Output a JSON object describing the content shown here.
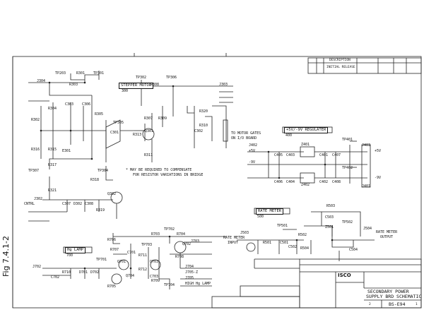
{
  "sheet": {
    "side_label": "Fig 7.4.1-2"
  },
  "blocks": {
    "stepper_motor": "STEPPER MOTOR",
    "stepper_motor_num": "300",
    "regulator": "+5V/-9V REGULATER",
    "regulator_num": "400",
    "rate_meter": "RATE METER",
    "rate_meter_num": "500",
    "hg_lamp": "Hg LAMP",
    "hg_lamp_num": "700"
  },
  "notes": {
    "compensate_line1": "* MAY BE REQUIRED TO COMPENSATE",
    "compensate_line2": "FOR RESISTOR VARIATIONS IN BRIDGE",
    "motor_gates_line1": "TO MOTOR GATES",
    "motor_gates_line2": "ON I/O BOARD",
    "rate_meter_output_line1": "RATE METER",
    "rate_meter_output_line2": "OUTPUT",
    "rate_meter_input_line1": "RATE METER",
    "rate_meter_input_line2": "INPUT"
  },
  "labels": {
    "tp203": "TP203",
    "r301": "R301",
    "tp301": "TP301",
    "j304": "J304",
    "r303": "R303",
    "c303": "C303",
    "c306": "C306",
    "r304": "R304",
    "r302": "R302",
    "r305": "R305",
    "tp305": "TP305",
    "c301": "C301",
    "r313": "R313",
    "q301": "Q301",
    "tp302": "TP302",
    "r308": "R308",
    "tp306": "TP306",
    "r307": "R307",
    "r309": "R309",
    "r311": "R311",
    "r316": "R316",
    "r315": "R315",
    "r317": "R317",
    "e301": "E301",
    "tp307": "TP307",
    "tp304": "TP304",
    "r318": "R318",
    "q302": "Q302",
    "r319": "R319",
    "r321": "R321",
    "c307": "C307",
    "d302": "D302",
    "c308": "C308",
    "c302": "C302",
    "r320": "R320",
    "r310": "R310",
    "j303": "J303",
    "j302": "J302",
    "cntrl": "CNTRL",
    "tp401": "TP401",
    "tp402": "TP402",
    "j402": "J402",
    "j403": "J403",
    "j401": "J401",
    "z401": "Z401",
    "z402": "Z402",
    "c405": "C405",
    "c403": "C403",
    "c401": "C401",
    "c407": "C407",
    "c406": "C406",
    "c404": "C404",
    "c402": "C402",
    "c408": "C408",
    "v5": "+5V",
    "v5b": "+5V",
    "vm9": "-9V",
    "vm9b": "-9V",
    "tp501": "TP501",
    "tp502": "TP502",
    "r503": "R503",
    "c503": "C503",
    "z501": "Z501",
    "r502": "R502",
    "r501": "R501",
    "c501": "C501",
    "c502": "C502",
    "r504": "R504",
    "c504": "C504",
    "j503": "J503",
    "j504": "J504",
    "tp702": "TP702",
    "tp703": "TP703",
    "tp704": "TP704",
    "tp701": "TP701",
    "r703": "R703",
    "r704": "R704",
    "r705": "R705",
    "r706": "R706",
    "r707": "R707",
    "r708": "R708",
    "r709": "R709",
    "r710": "R710",
    "r711": "R711",
    "r712": "R712",
    "c701": "C701",
    "c702": "C702",
    "c703": "C703",
    "q701": "Q701",
    "q702": "Q702",
    "q703": "Q703",
    "q704": "Q704",
    "d701": "D701",
    "d702": "D702",
    "j702": "J702",
    "j703": "J703",
    "l704": "J704",
    "l704b": "J705",
    "j705": "J705-Z",
    "hv_lamp": "HIGH Hg LAMP"
  },
  "title_block": {
    "company": "ISCO",
    "drawing_title_line1": "SECONDARY POWER",
    "drawing_title_line2": "SUPPLY BRD SCHEMATIC",
    "drawing_number": "BS-E94",
    "sheet": "2",
    "rev": "1",
    "revisions_header": "DESCRIPTION",
    "revision_text": "INITIAL RELEASE"
  }
}
